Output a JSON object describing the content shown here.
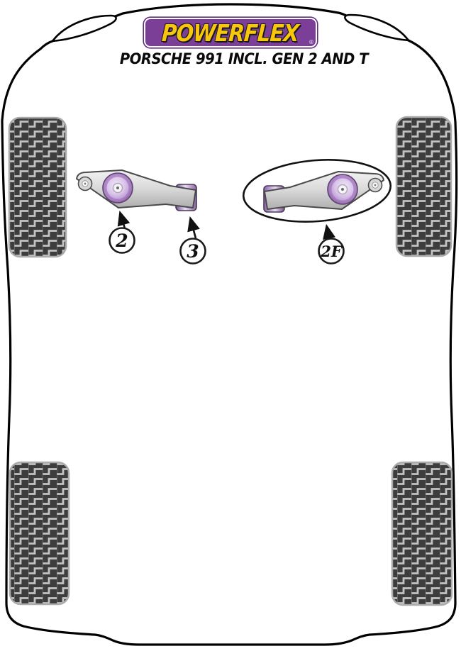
{
  "header": {
    "brand": "POWERFLEX",
    "registered_mark": "®",
    "subtitle": "PORSCHE 991 INCL. GEN 2 AND T"
  },
  "colors": {
    "brand_purple": "#7b3f98",
    "brand_yellow": "#F7C60D",
    "bushing_purple": "#9a6fb5",
    "bushing_light": "#e6d8f0",
    "tire_dark": "#3d3d3d",
    "outline": "#000000"
  },
  "callouts": [
    {
      "label": "2"
    },
    {
      "label": "3"
    },
    {
      "label": "2F"
    }
  ]
}
